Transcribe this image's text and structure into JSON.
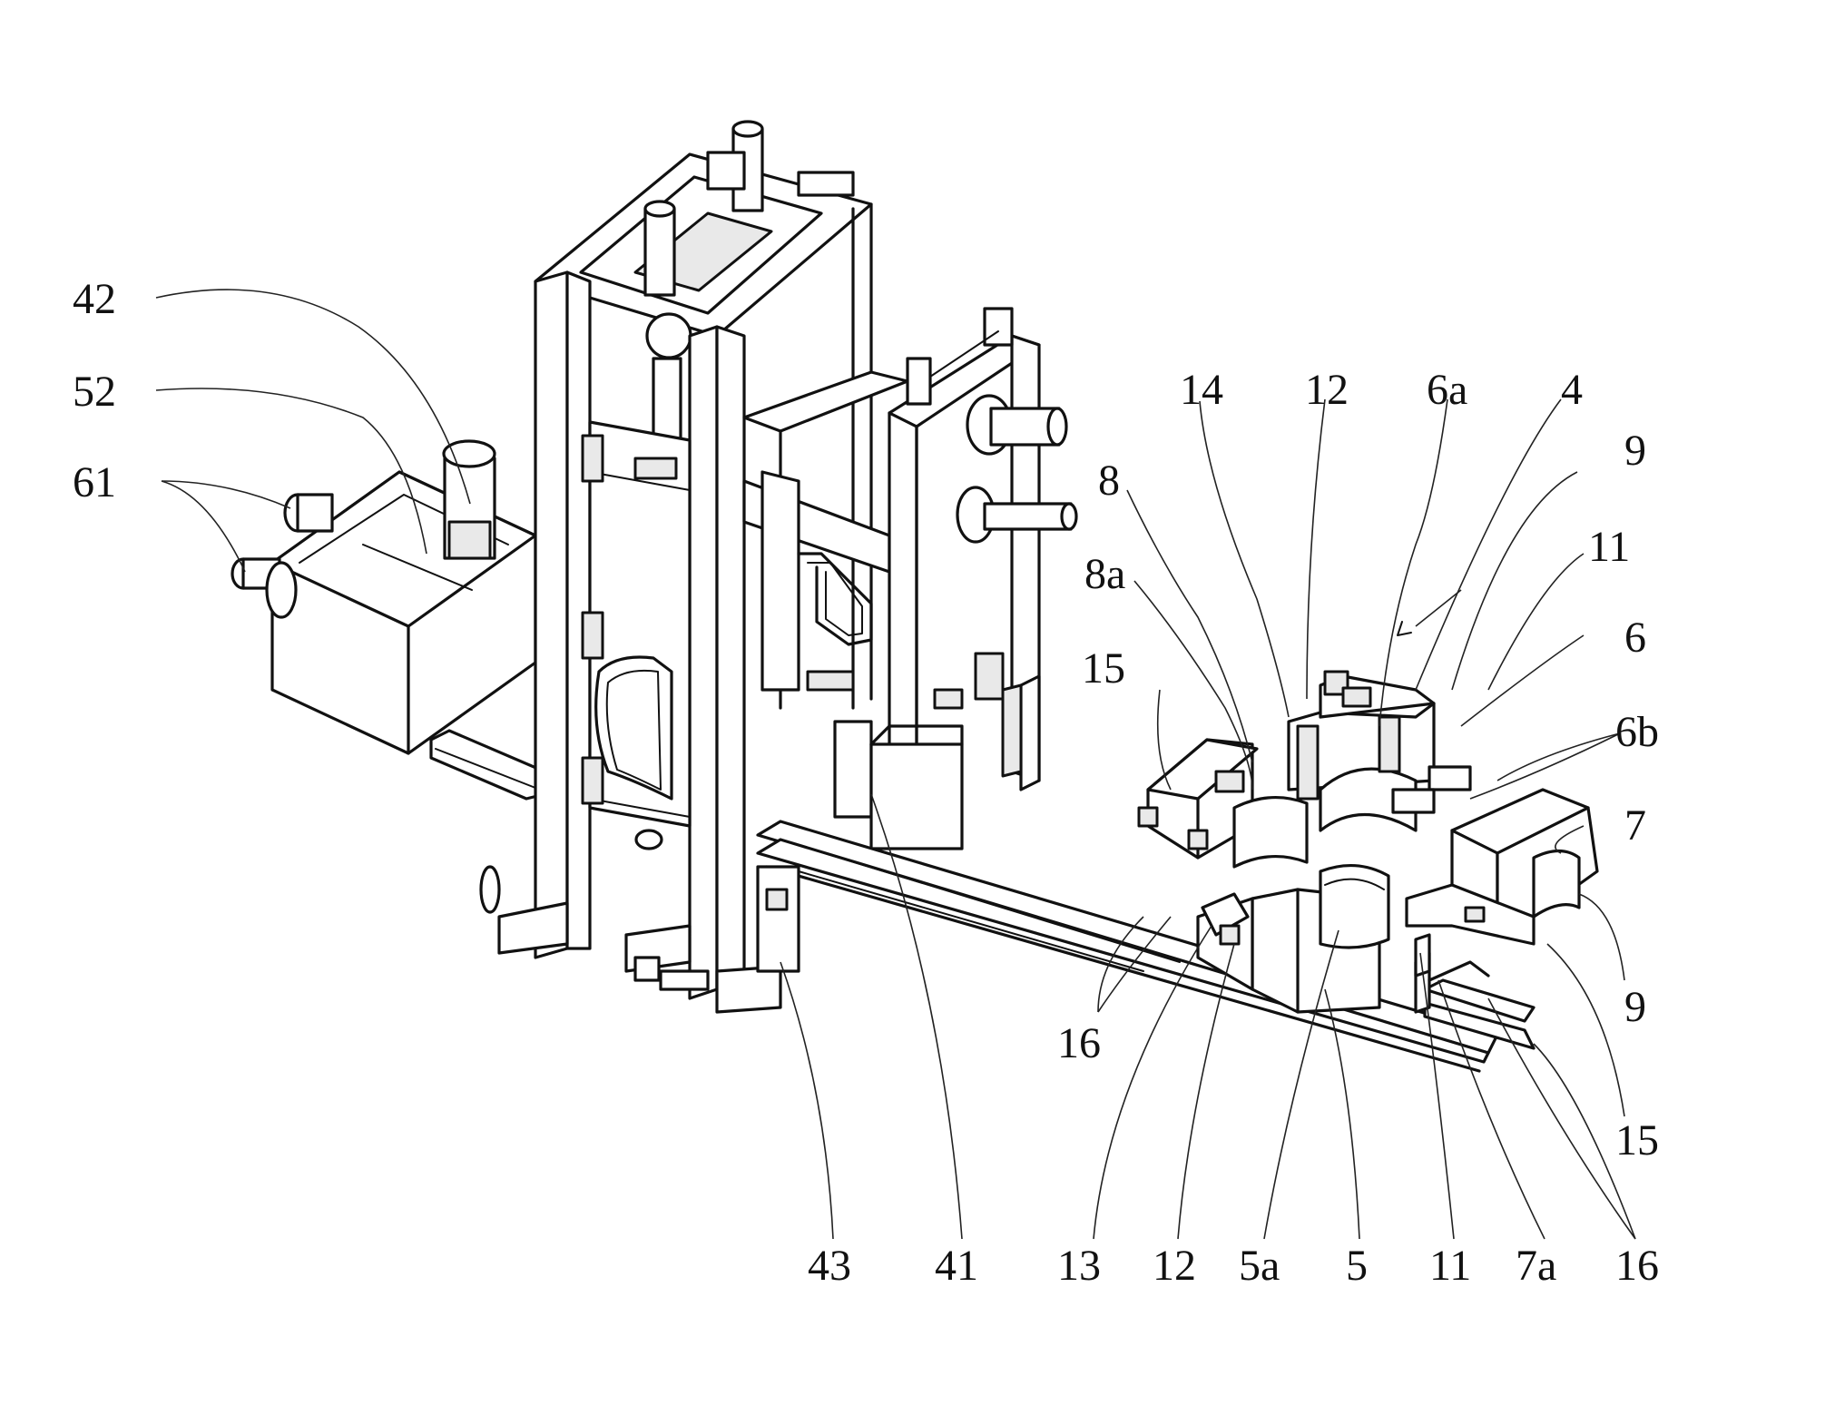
{
  "figure": {
    "reference_numerals": {
      "r42": "42",
      "r52": "52",
      "r61": "61",
      "r14": "14",
      "r12_top": "12",
      "r6a": "6a",
      "r4": "4",
      "r9_top": "9",
      "r8": "8",
      "r11_top": "11",
      "r8a": "8a",
      "r6": "6",
      "r15_left": "15",
      "r6b": "6b",
      "r7": "7",
      "r9_bottom": "9",
      "r16_left": "16",
      "r15_right": "15",
      "r43": "43",
      "r41": "41",
      "r13": "13",
      "r12_bottom": "12",
      "r5a": "5a",
      "r5": "5",
      "r11_bottom": "11",
      "r7a": "7a",
      "r16_right": "16"
    }
  }
}
